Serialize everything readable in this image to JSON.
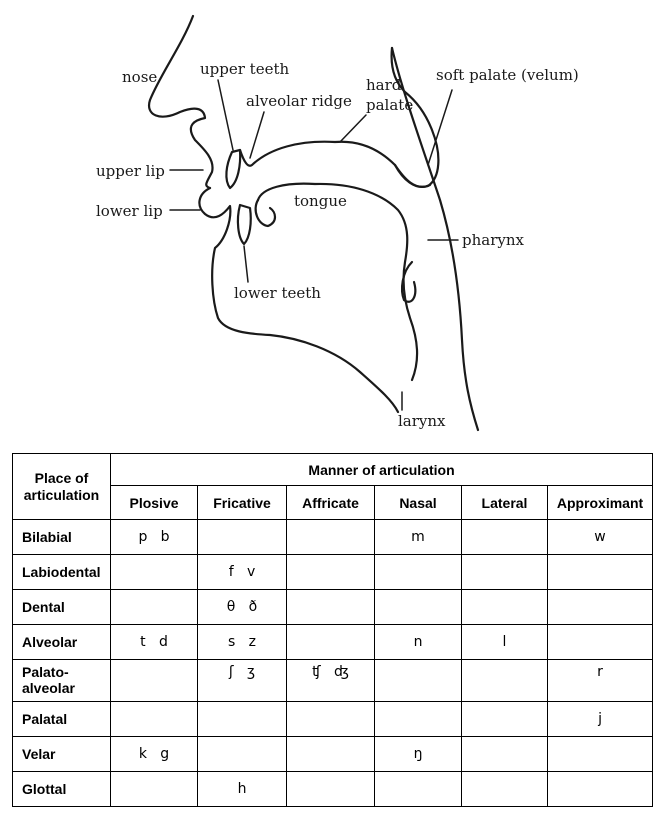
{
  "diagram": {
    "labels": {
      "nose": "nose",
      "upper_teeth": "upper teeth",
      "alveolar_ridge": "alveolar ridge",
      "hard_palate_line1": "hard",
      "hard_palate_line2": "palate",
      "soft_palate": "soft palate (velum)",
      "upper_lip": "upper lip",
      "lower_lip": "lower lip",
      "tongue": "tongue",
      "pharynx": "pharynx",
      "lower_teeth": "lower teeth",
      "larynx": "larynx"
    }
  },
  "table": {
    "corner_header": "Place of articulation",
    "group_header": "Manner of articulation",
    "columns": [
      "Plosive",
      "Fricative",
      "Affricate",
      "Nasal",
      "Lateral",
      "Approximant"
    ],
    "rows": [
      {
        "place": "Bilabial",
        "cells": [
          "p   b",
          "",
          "",
          "m",
          "",
          "w"
        ]
      },
      {
        "place": "Labiodental",
        "cells": [
          "",
          "f   v",
          "",
          "",
          "",
          ""
        ]
      },
      {
        "place": "Dental",
        "cells": [
          "",
          "θ   ð",
          "",
          "",
          "",
          ""
        ]
      },
      {
        "place": "Alveolar",
        "cells": [
          "t   d",
          "s   z",
          "",
          "n",
          "l",
          ""
        ]
      },
      {
        "place": "Palato-alveolar",
        "cells": [
          "",
          "ʃ   ʒ",
          "ʧ   ʤ",
          "",
          "",
          "r"
        ]
      },
      {
        "place": "Palatal",
        "cells": [
          "",
          "",
          "",
          "",
          "",
          "j"
        ]
      },
      {
        "place": "Velar",
        "cells": [
          "k   g",
          "",
          "",
          "ŋ",
          "",
          ""
        ]
      },
      {
        "place": "Glottal",
        "cells": [
          "",
          "h",
          "",
          "",
          "",
          ""
        ]
      }
    ]
  }
}
